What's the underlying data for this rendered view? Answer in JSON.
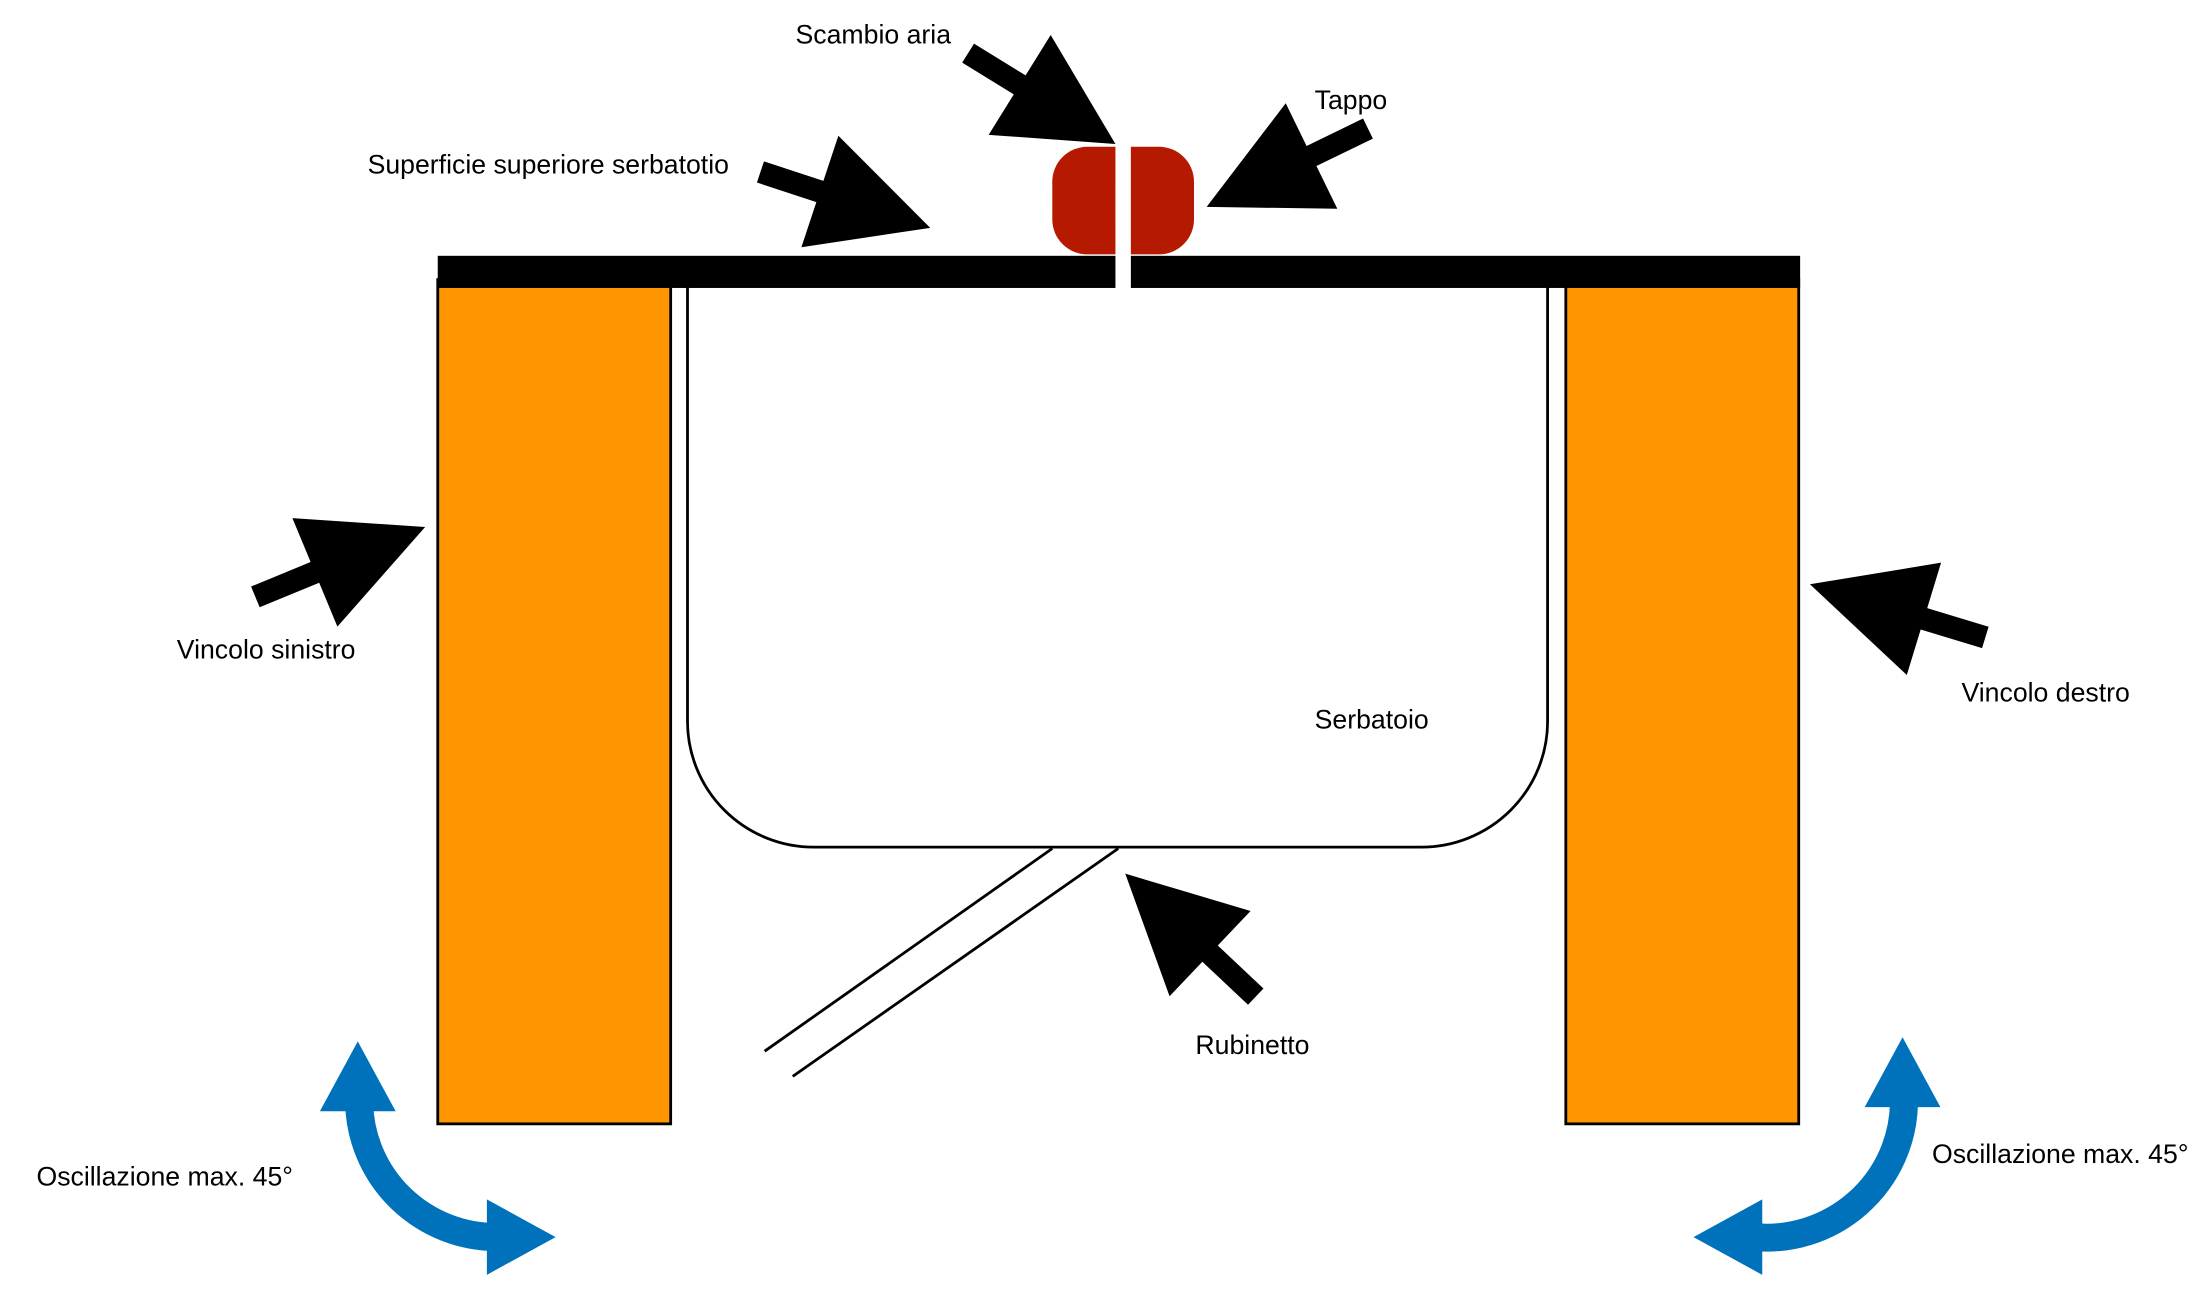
{
  "labels": {
    "air_exchange": "Scambio aria",
    "cap": "Tappo",
    "top_surface": "Superficie superiore serbatotio",
    "left_constraint": "Vincolo sinistro",
    "right_constraint": "Vincolo destro",
    "tank": "Serbatoio",
    "faucet": "Rubinetto",
    "oscillation_left": "Oscillazione max. 45°",
    "oscillation_right": "Oscillazione max. 45°"
  },
  "colors": {
    "constraint": "#FF9500",
    "cap": "#B51A00",
    "oscillation": "#0072BC"
  }
}
